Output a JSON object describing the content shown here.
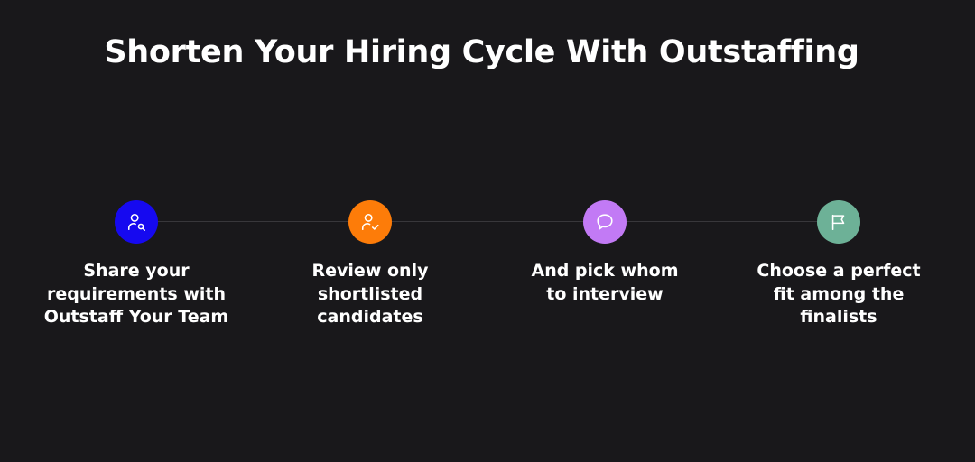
{
  "title": "Shorten Your Hiring Cycle With Outstaffing",
  "steps": [
    {
      "label": "Share your\nrequirements with\nOutstaff Your Team",
      "icon": "user-search-icon",
      "color": "#1609f0"
    },
    {
      "label": "Review only\nshortlisted\ncandidates",
      "icon": "user-check-icon",
      "color": "#fd7c09"
    },
    {
      "label": "And pick whom\nto interview",
      "icon": "chat-bubble-icon",
      "color": "#c27af5"
    },
    {
      "label": "Choose a perfect\nfit among the\nfinalists",
      "icon": "flag-icon",
      "color": "#6db197"
    }
  ]
}
